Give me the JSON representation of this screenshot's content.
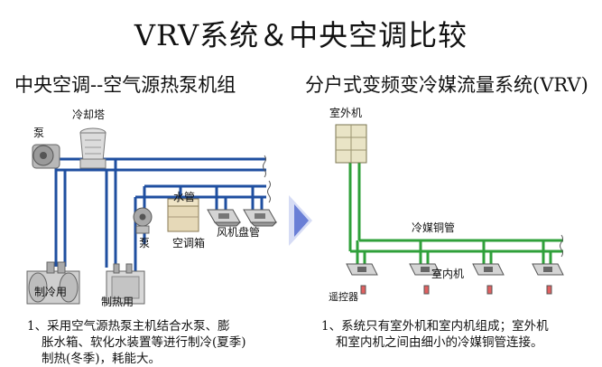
{
  "title": "VRV系统＆中央空调比较",
  "left": {
    "heading": "中央空调--空气源热泵机组",
    "labels": {
      "pump": "泵",
      "cooling_tower": "冷却塔",
      "water_pipe": "水管",
      "pump2": "泵",
      "ahu": "空调箱",
      "fan_coil": "风机盘管",
      "chiller": "制冷用",
      "heater": "制热用"
    },
    "note_line1": "1、采用空气源热泵主机结合水泵、膨",
    "note_line2": "胀水箱、软化水装置等进行制冷(夏季)",
    "note_line3": "制热(冬季)，耗能大。"
  },
  "right": {
    "heading": "分户式变频变冷媒流量系统(VRV)",
    "labels": {
      "outdoor_unit": "室外机",
      "refrigerant_pipe": "冷媒铜管",
      "indoor_unit": "室内机",
      "remote": "遥控器"
    },
    "note_line1": "1、系统只有室外机和室内机组成；室外机",
    "note_line2": "和室内机之间由细小的冷媒铜管连接。"
  },
  "colors": {
    "water_pipe": "#1f4fa0",
    "refrigerant_pipe": "#2fa03a",
    "arrow": "#6a7fd6",
    "arrow_light": "#d6dcf5",
    "equipment": "#c9c9c9"
  }
}
